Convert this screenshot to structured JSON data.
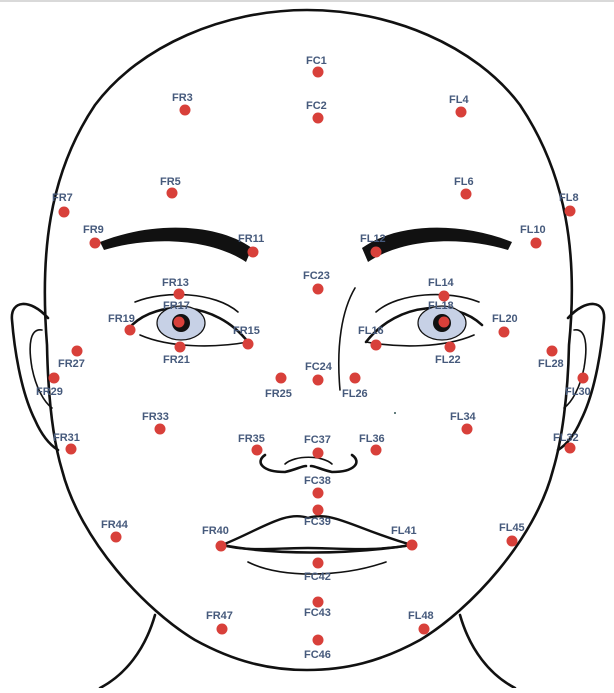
{
  "diagram": {
    "dot_color": "#d8403a",
    "label_color": "#465a7c",
    "iris_color": "#c7d1e6",
    "points": [
      {
        "id": "FC1"
      },
      {
        "id": "FC2"
      },
      {
        "id": "FR3"
      },
      {
        "id": "FL4"
      },
      {
        "id": "FR5"
      },
      {
        "id": "FL6"
      },
      {
        "id": "FR7"
      },
      {
        "id": "FL8"
      },
      {
        "id": "FR9"
      },
      {
        "id": "FL10"
      },
      {
        "id": "FR11"
      },
      {
        "id": "FL12"
      },
      {
        "id": "FR13"
      },
      {
        "id": "FL14"
      },
      {
        "id": "FR15"
      },
      {
        "id": "FL16"
      },
      {
        "id": "FR17"
      },
      {
        "id": "FL18"
      },
      {
        "id": "FR19"
      },
      {
        "id": "FL20"
      },
      {
        "id": "FR21"
      },
      {
        "id": "FL22"
      },
      {
        "id": "FC23"
      },
      {
        "id": "FC24"
      },
      {
        "id": "FR25"
      },
      {
        "id": "FL26"
      },
      {
        "id": "FR27"
      },
      {
        "id": "FL28"
      },
      {
        "id": "FR29"
      },
      {
        "id": "FL30"
      },
      {
        "id": "FR31"
      },
      {
        "id": "FL32"
      },
      {
        "id": "FR33"
      },
      {
        "id": "FL34"
      },
      {
        "id": "FR35"
      },
      {
        "id": "FL36"
      },
      {
        "id": "FC37"
      },
      {
        "id": "FC38"
      },
      {
        "id": "FC39"
      },
      {
        "id": "FR40"
      },
      {
        "id": "FL41"
      },
      {
        "id": "FC42"
      },
      {
        "id": "FC43"
      },
      {
        "id": "FR44"
      },
      {
        "id": "FL45"
      },
      {
        "id": "FC46"
      },
      {
        "id": "FR47"
      },
      {
        "id": "FL48"
      }
    ]
  }
}
